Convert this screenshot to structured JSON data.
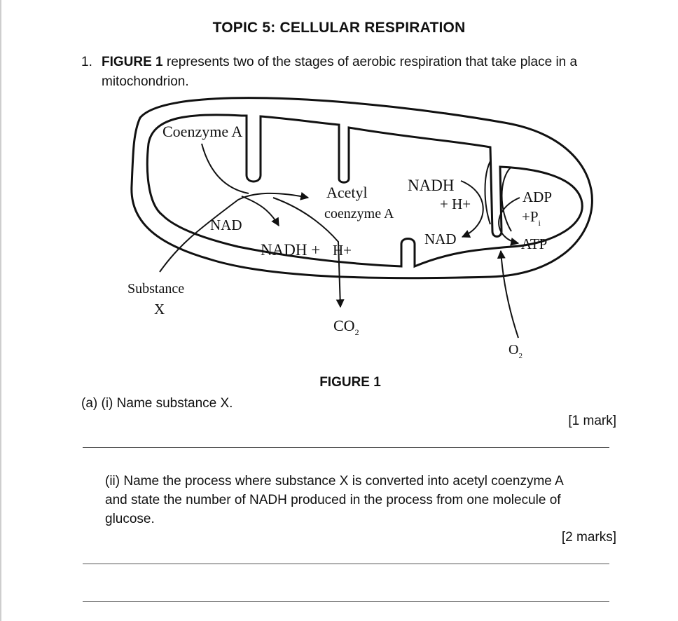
{
  "title": "TOPIC 5: CELLULAR RESPIRATION",
  "question": {
    "number": "1.",
    "figure_ref": "FIGURE 1",
    "intro_rest": " represents two of the stages of aerobic respiration that take place in a",
    "intro_line2": "mitochondrion."
  },
  "figure": {
    "labels": {
      "coenzyme_a": "Coenzyme A",
      "acetyl": "Acetyl",
      "acetyl_coa": "coenzyme A",
      "nadh_top": "NADH",
      "h_plus_top": "+ H+",
      "adp": "ADP",
      "pi": "+P",
      "pi_sub": "i",
      "nad_left": "NAD",
      "nad_right": "NAD",
      "nadh_bottom": "NADH +",
      "h_plus_bottom": "H+",
      "atp": "ATP",
      "substance": "Substance",
      "x": "X",
      "co2": "CO",
      "co2_sub": "2",
      "o2": "O",
      "o2_sub": "2"
    },
    "caption": "FIGURE 1"
  },
  "parts": {
    "a_i": {
      "text": "(a) (i) Name substance X.",
      "marks": "[1 mark]"
    },
    "a_ii": {
      "line1": "(ii) Name the process where substance X is converted into acetyl coenzyme A",
      "line2": "and state the number of NADH produced in the process from one molecule of",
      "line3": "glucose.",
      "marks": "[2 marks]"
    }
  }
}
